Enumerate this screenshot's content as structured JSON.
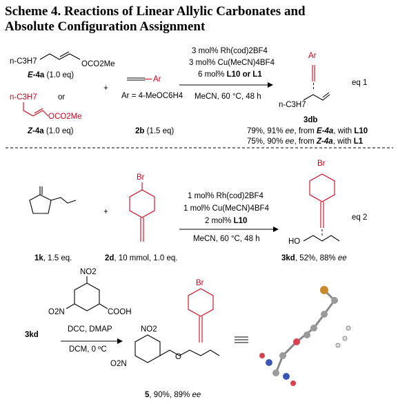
{
  "title_line1": "Scheme 4. Reactions of Linear Allylic Carbonates and",
  "title_line2": "Absolute Configuration Assignment",
  "eq1": {
    "e4a_substituent": "n-C3H7",
    "e4a_group": "OCO2Me",
    "e4a_label_prefix": "E",
    "e4a_label_id": "-4a",
    "e4a_label_eq": "(1.0 eq)",
    "or_text": "or",
    "z4a_substituent": "n-C3H7",
    "z4a_group": "OCO2Me",
    "z4a_label_prefix": "Z",
    "z4a_label_id": "-4a",
    "z4a_label_eq": "(1.0 eq)",
    "plus": "+",
    "alkyne_group": "Ar",
    "ar_def": "Ar = 4-MeOC6H4",
    "alkyne_label_id": "2b",
    "alkyne_label_eq": "(1.5 eq)",
    "cond1": "3 mol% Rh(cod)2BF4",
    "cond2": "3 mol% Cu(MeCN)4BF4",
    "cond3_prefix": "6 mol%",
    "cond3_l10": "L10",
    "cond3_or": "or",
    "cond3_l1": "L1",
    "cond4": "MeCN, 60 °C, 48 h",
    "product_ar": "Ar",
    "product_sub": "n-C3H7",
    "product_label": "3db",
    "eq_label": "eq 1",
    "result1_prefix": "79%, 91%",
    "result1_ee": "ee",
    "result1_from": ", from",
    "result1_sm": "E-4a",
    "result1_with": ", with",
    "result1_lig": "L10",
    "result2_prefix": "75%, 90%",
    "result2_ee": "ee",
    "result2_from": ", from",
    "result2_sm": "Z-4a",
    "result2_with": ", with",
    "result2_lig": "L1"
  },
  "eq2": {
    "carbonate_label_id": "1k",
    "carbonate_label_eq": ", 1.5 eq.",
    "plus": "+",
    "br": "Br",
    "alkyne_label_id": "2d",
    "alkyne_label_eq": ", 10 mmol, 1.0 eq.",
    "cond1": "1 mol% Rh(cod)2BF4",
    "cond2": "1 mol% Cu(MeCN)4BF4",
    "cond3_prefix": "2 mol%",
    "cond3_lig": "L10",
    "cond4": "MeCN, 60 °C, 48 h",
    "product_br": "Br",
    "product_ho": "HO",
    "product_label_id": "3kd",
    "product_label_yield": ", 52%, 88%",
    "product_label_ee": "ee",
    "eq_label": "eq 2"
  },
  "eq3": {
    "reagent_no2": "NO2",
    "reagent_o2n": "O2N",
    "reagent_cooh": "COOH",
    "sm_label": "3kd",
    "cond1": "DCC, DMAP",
    "cond2": "DCM, 0 ºC",
    "product_br": "Br",
    "product_no2": "NO2",
    "product_o2n": "O2N",
    "product_o": "O",
    "product_label_id": "5",
    "product_label_yield": ", 90%, 89%",
    "product_label_ee": "ee",
    "equiv_symbol": "≡"
  },
  "colors": {
    "highlight": "#d0021b",
    "text": "#000000"
  }
}
